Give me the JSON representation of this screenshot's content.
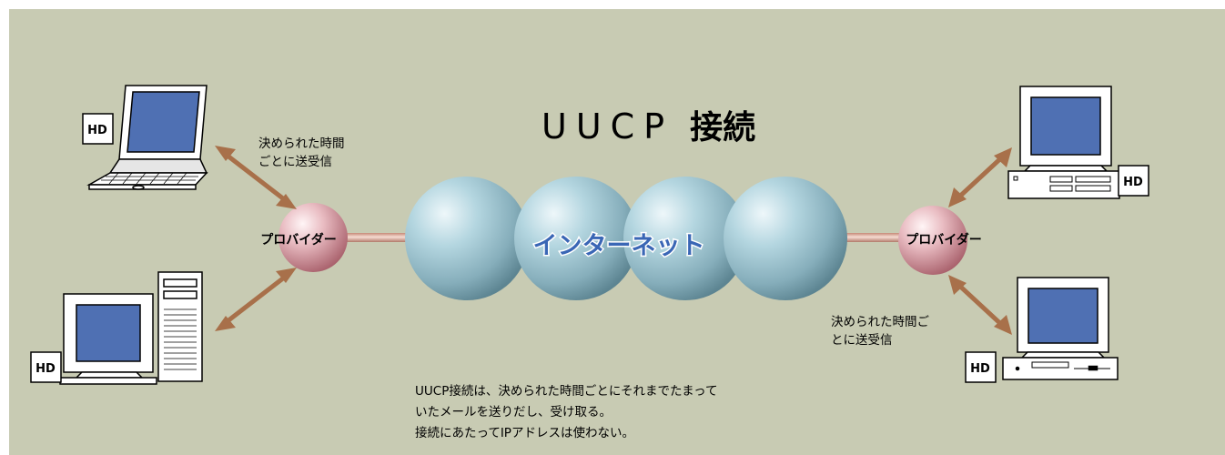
{
  "diagram": {
    "title": "UUCP 接続",
    "title_latin": "UUCP",
    "title_kanji": "接続",
    "center_label": "インターネット",
    "provider_label": "プロバイダー",
    "hd_label": "HD",
    "left_note": [
      "決められた時間",
      "ごとに送受信"
    ],
    "right_note": [
      "決められた時間ご",
      "とに送受信"
    ],
    "description": [
      "UUCP接続は、決められた時間ごとにそれまでたまって",
      "いたメールを送りだし、受け取る。",
      "接続にあたってIPアドレスは使わない。"
    ],
    "colors": {
      "background": "#c8cbb3",
      "arrow": "#a8704a",
      "internet_text": "#3a66b5",
      "screen": "#4f70b3",
      "sphere": "#9ec8d6",
      "provider": "#dfa6ad"
    }
  }
}
